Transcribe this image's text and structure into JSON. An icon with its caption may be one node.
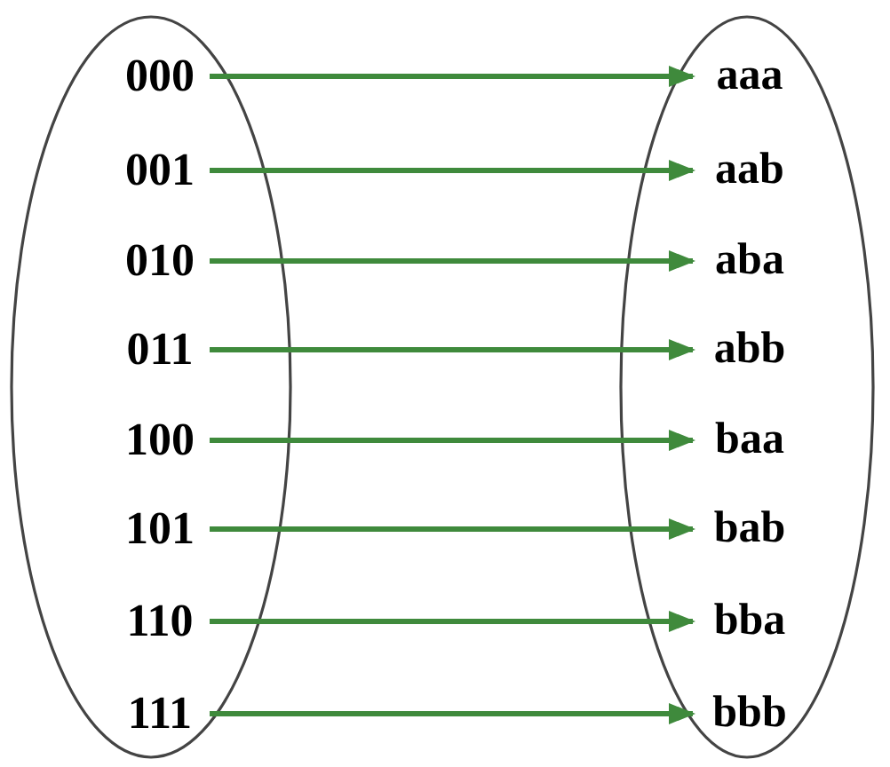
{
  "diagram": {
    "nodes": [
      {
        "text": [],
        "shape": "ellipse"
      },
      {
        "text": [
          "000"
        ],
        "in": 0
      },
      {
        "text": [
          "001"
        ],
        "in": 0
      },
      {
        "text": [
          "010"
        ],
        "in": 0
      },
      {
        "text": [
          "011"
        ],
        "in": 0
      },
      {
        "text": [
          "100"
        ],
        "in": 0
      },
      {
        "text": [
          "101"
        ],
        "in": 0
      },
      {
        "text": [
          "110"
        ],
        "in": 0
      },
      {
        "text": [
          "111"
        ],
        "in": 0
      },
      {
        "text": [],
        "shape": "ellipse"
      },
      {
        "text": [
          "aaa"
        ],
        "in": 9
      },
      {
        "text": [
          "aab"
        ],
        "in": 9
      },
      {
        "text": [
          "aba"
        ],
        "in": 9
      },
      {
        "text": [
          "abb"
        ],
        "in": 9
      },
      {
        "text": [
          "baa"
        ],
        "in": 9
      },
      {
        "text": [
          "bab"
        ],
        "in": 9
      },
      {
        "text": [
          "bba"
        ],
        "in": 9
      },
      {
        "text": [
          "bbb"
        ],
        "in": 9
      }
    ],
    "edges": [
      {
        "from": 1,
        "to": 10,
        "arrow": "to"
      },
      {
        "from": 2,
        "to": 11,
        "arrow": "to"
      },
      {
        "from": 3,
        "to": 12,
        "arrow": "to"
      },
      {
        "from": 4,
        "to": 13,
        "arrow": "to"
      },
      {
        "from": 5,
        "to": 14,
        "arrow": "to"
      },
      {
        "from": 6,
        "to": 15,
        "arrow": "to"
      },
      {
        "from": 7,
        "to": 16,
        "arrow": "to"
      },
      {
        "from": 8,
        "to": 17,
        "arrow": "to"
      }
    ]
  }
}
